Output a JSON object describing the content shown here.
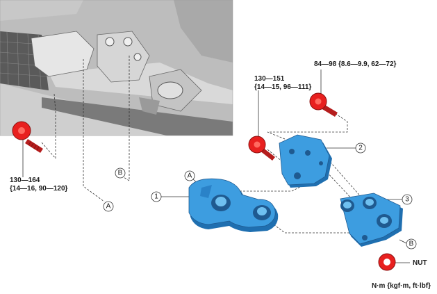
{
  "torques": {
    "left_bolt_line1": "130—164",
    "left_bolt_line2": "{14—16, 90—120}",
    "mid_bolt_line1": "130—151",
    "mid_bolt_line2": "{14—15, 96—111}",
    "top_bolt_line1": "84—98 {8.6—9.9, 62—72}"
  },
  "callouts": {
    "part1": "1",
    "part2": "2",
    "part3": "3",
    "ref_a": "A",
    "ref_b": "B"
  },
  "nut_label": "NUT",
  "units_note": "N·m {kgf·m, ft·lbf}",
  "colors": {
    "part_blue": "#3d9de0",
    "part_blue_dark": "#1f6fb0",
    "bolt_red": "#e8201f",
    "photo_gray": "#b8b8b8"
  }
}
